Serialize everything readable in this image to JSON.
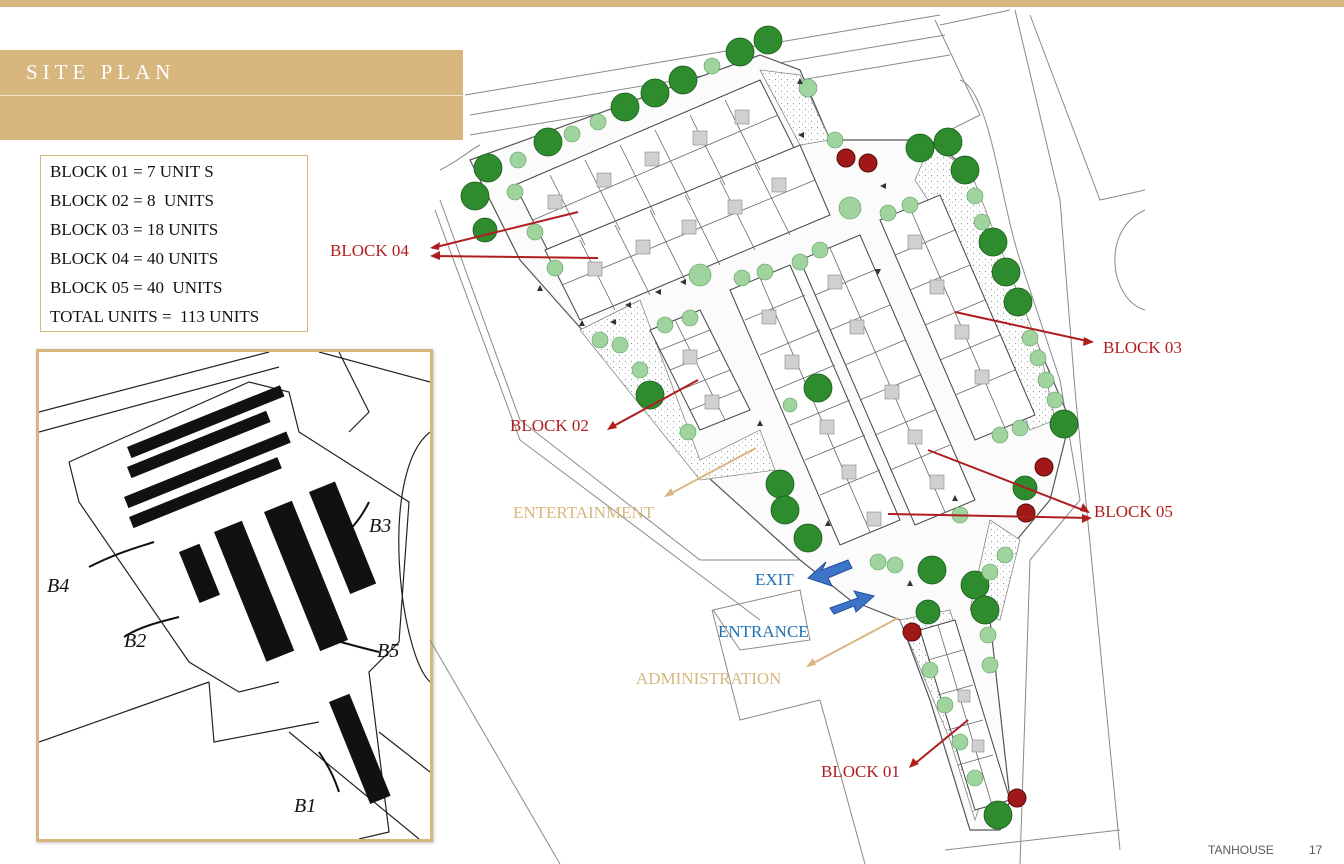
{
  "header": {
    "title": "SITE PLAN"
  },
  "legend": {
    "rows": [
      "BLOCK 01 = 7 UNIT S",
      "BLOCK 02 = 8  UNITS",
      "BLOCK 03 = 18 UNITS",
      "BLOCK 04 = 40 UNITS",
      "BLOCK 05 = 40  UNITS",
      "TOTAL UNITS =  113 UNITS"
    ]
  },
  "labels": {
    "block04": "BLOCK 04",
    "block03": "BLOCK 03",
    "block02": "BLOCK 02",
    "block05": "BLOCK 05",
    "block01": "BLOCK 01",
    "entertainment": "ENTERTAINMENT",
    "exit": "EXIT",
    "entrance": "ENTRANCE",
    "administration": "ADMINISTRATION"
  },
  "sketch": {
    "b4": "B4",
    "b3": "B3",
    "b2": "B2",
    "b5": "B5",
    "b1": "B1"
  },
  "footer": {
    "brand": "TANHOUSE",
    "page": "17"
  },
  "colors": {
    "accent": "#d8b77e",
    "block_label": "#b01d1d",
    "traffic_label": "#1f6fb3",
    "facility_label": "#d8b77e",
    "tree": "#2e8b2e"
  }
}
